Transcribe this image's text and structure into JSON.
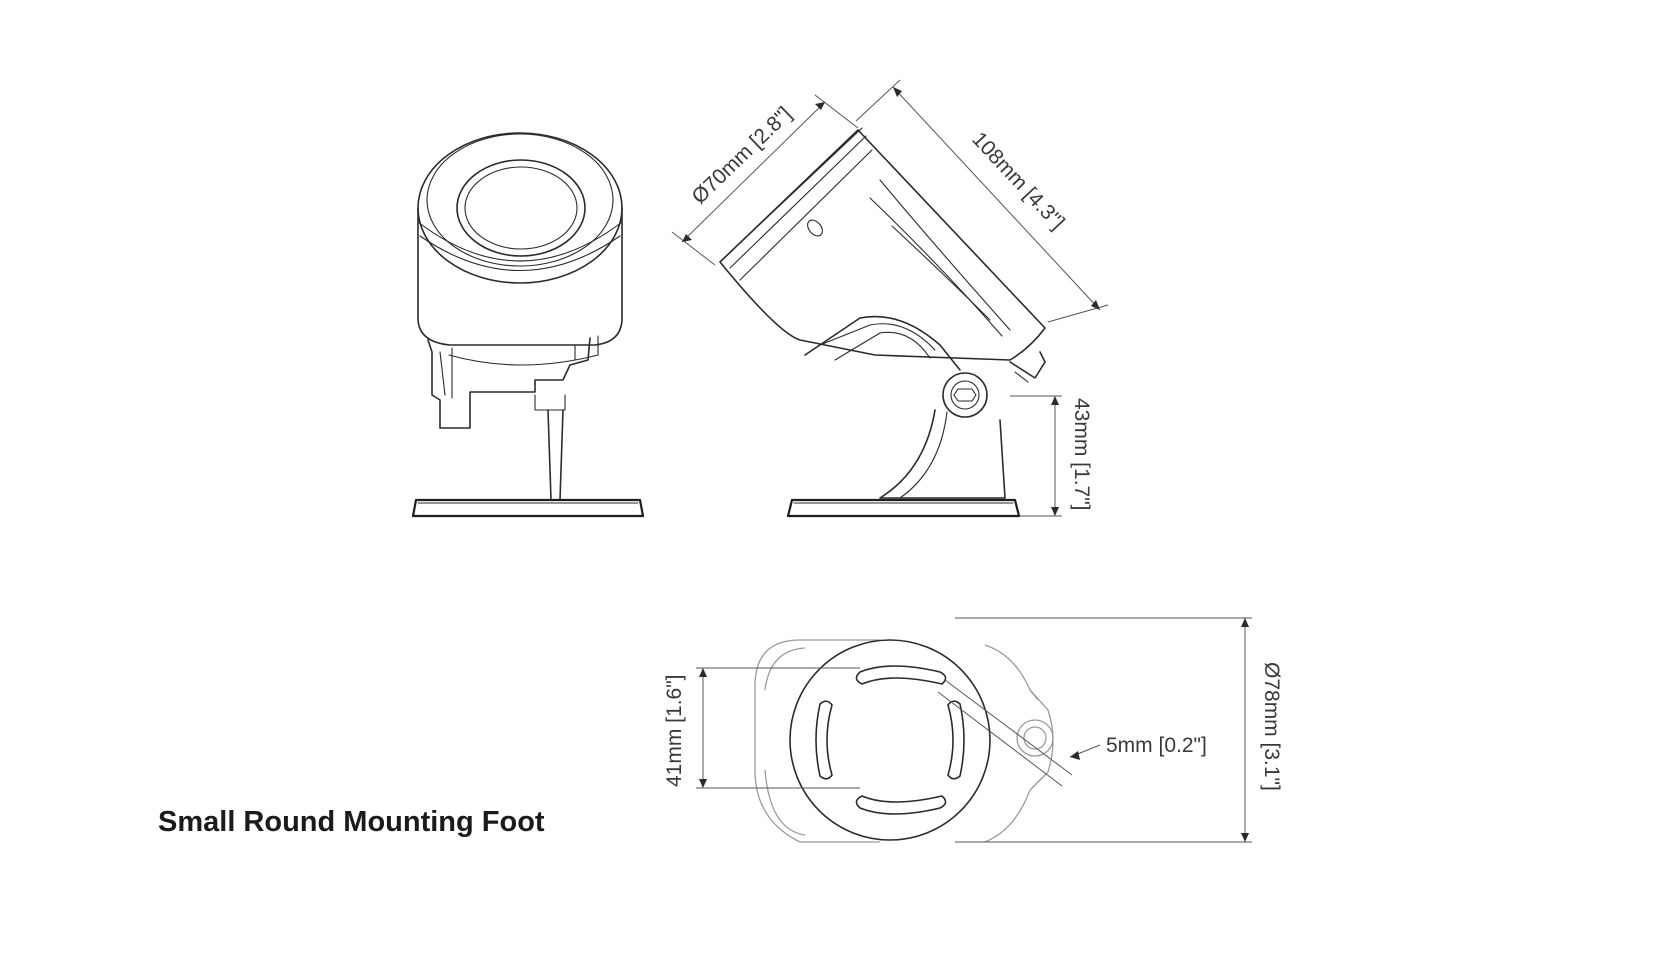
{
  "title": "Small Round Mounting Foot",
  "dimensions": {
    "diameter_head": "Ø70mm [2.8\"]",
    "length": "108mm [4.3\"]",
    "height_foot": "43mm [1.7\"]",
    "slot_spacing": "41mm [1.6\"]",
    "slot_width": "5mm [0.2\"]",
    "diameter_foot": "Ø78mm [3.1\"]"
  }
}
